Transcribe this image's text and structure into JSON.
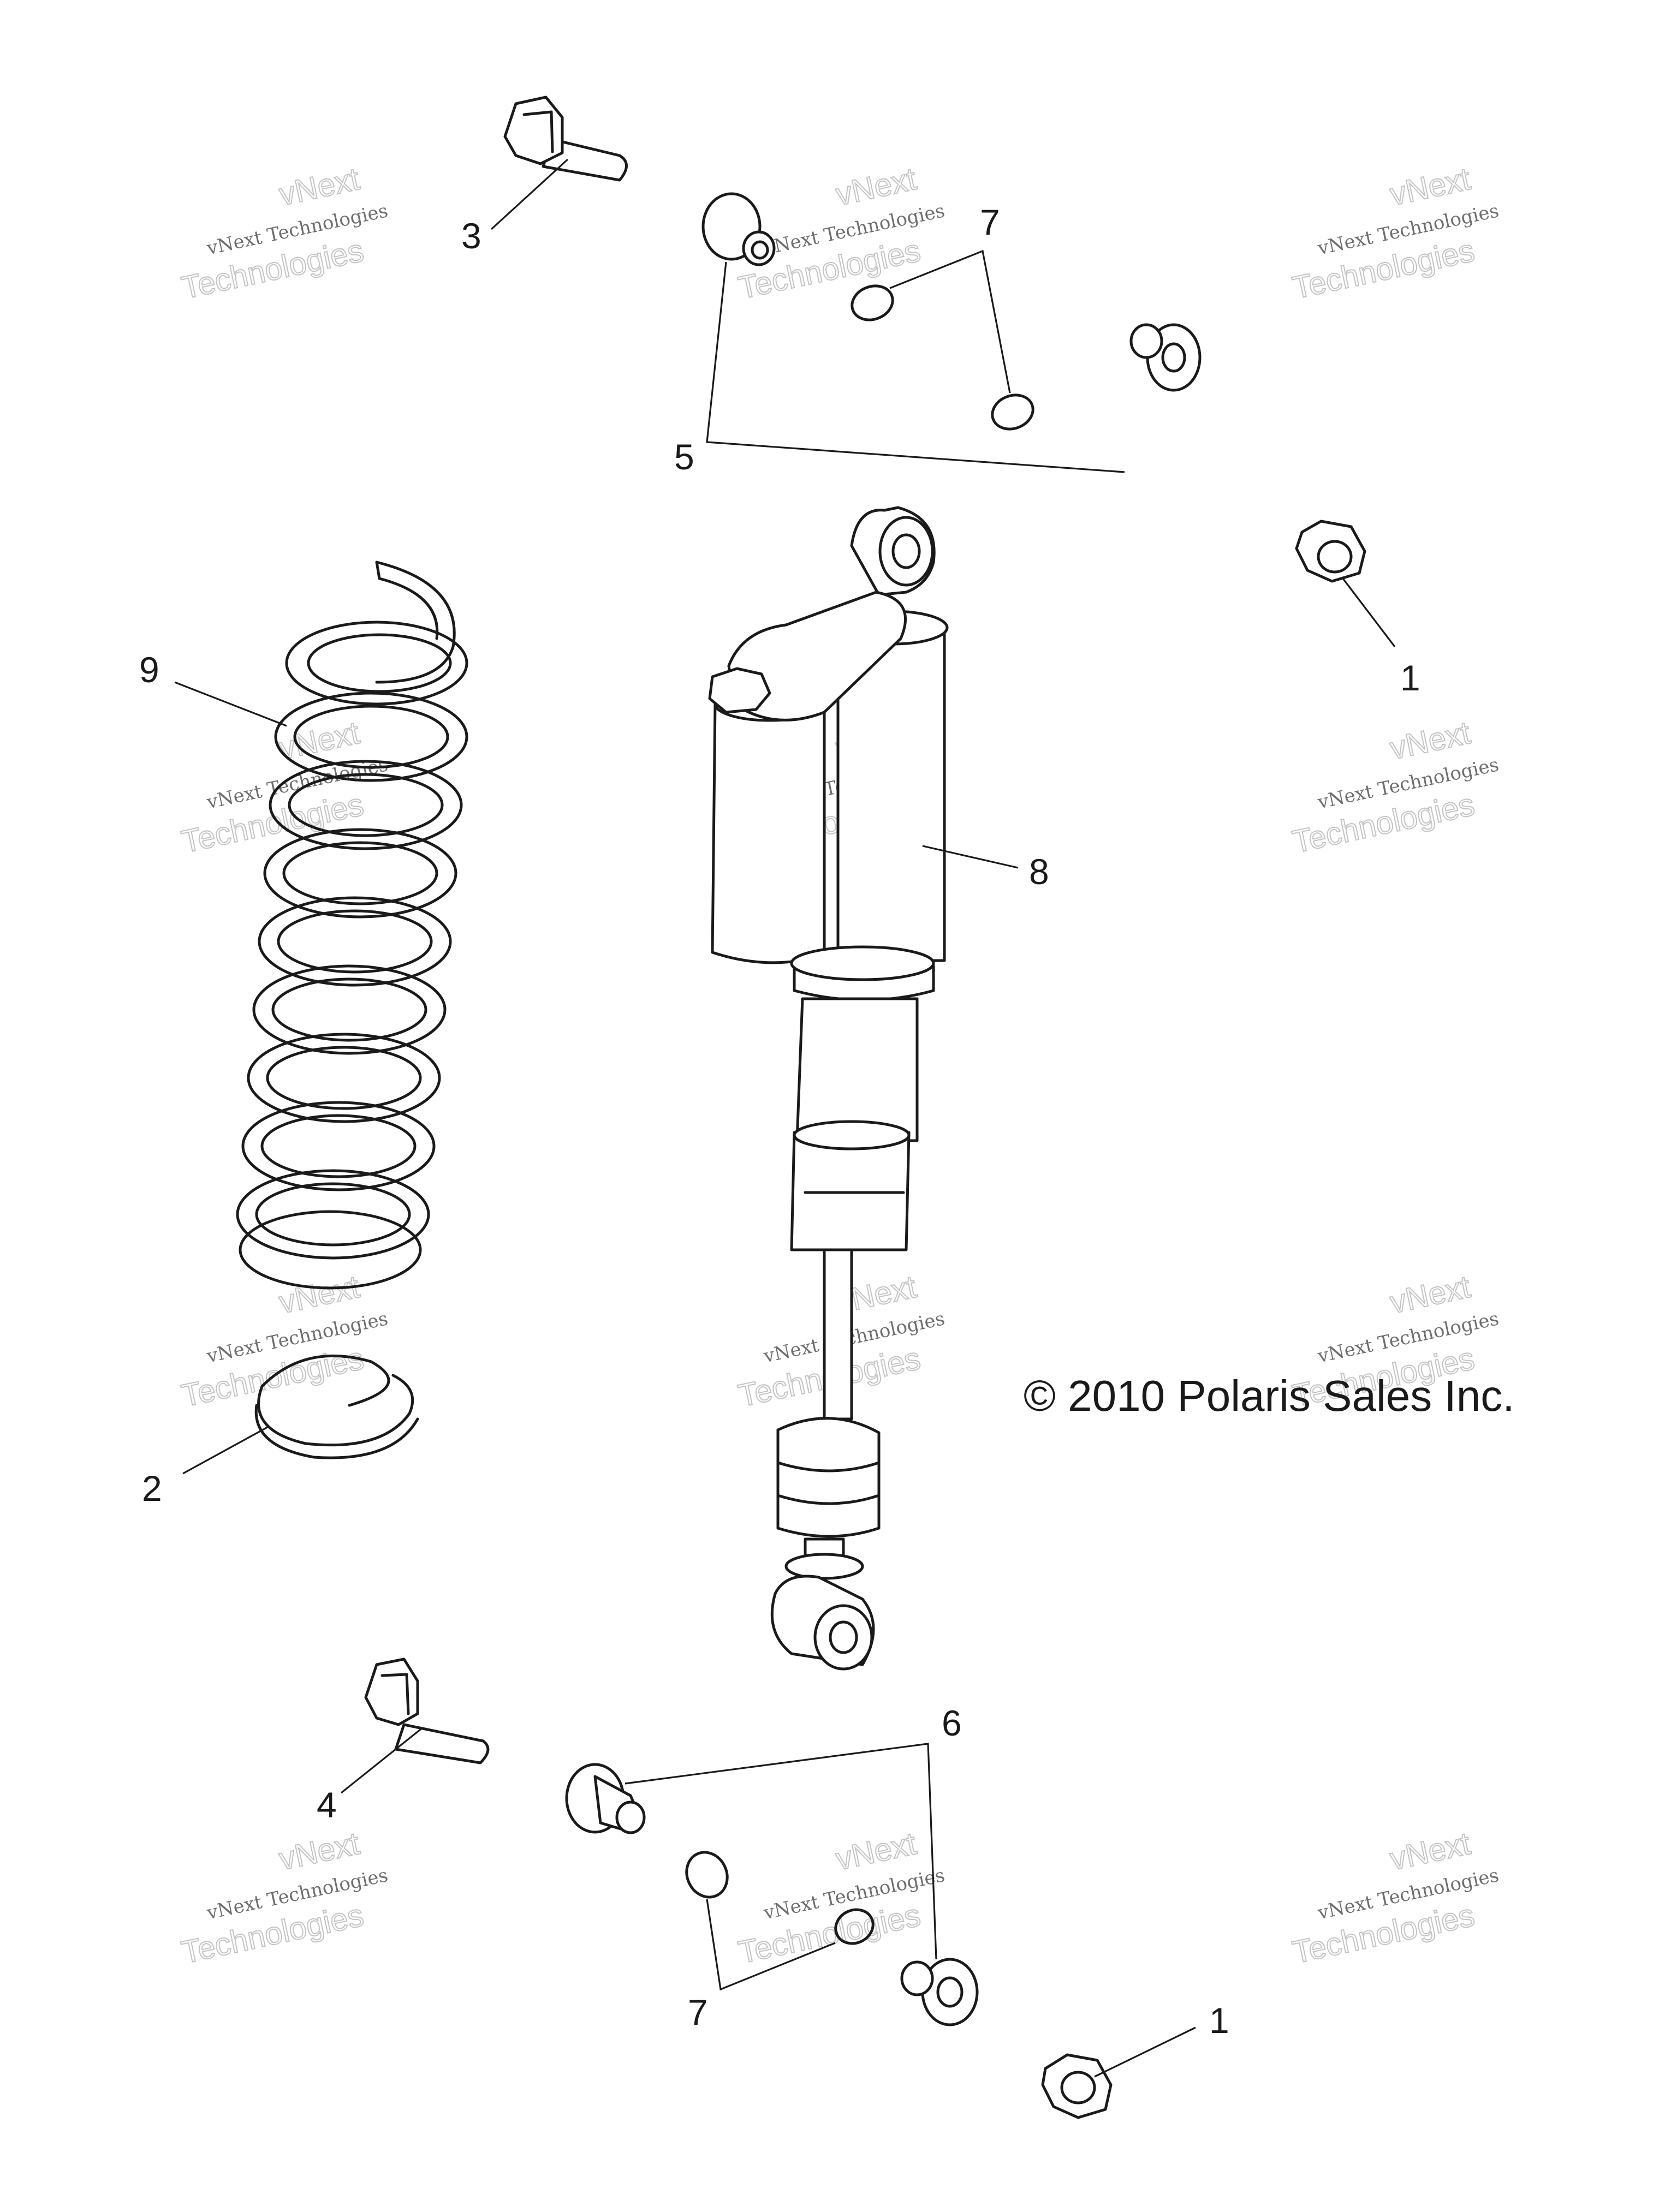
{
  "diagram": {
    "copyright": "© 2010 Polaris Sales Inc.",
    "watermark": {
      "line1": "vNext",
      "line2": "vNext Technologies",
      "line3": "Technologies"
    },
    "callouts": {
      "one_top": "1",
      "one_bottom": "1",
      "two": "2",
      "three": "3",
      "four": "4",
      "five": "5",
      "six": "6",
      "seven_top": "7",
      "seven_bottom": "7",
      "eight": "8",
      "nine": "9"
    }
  }
}
